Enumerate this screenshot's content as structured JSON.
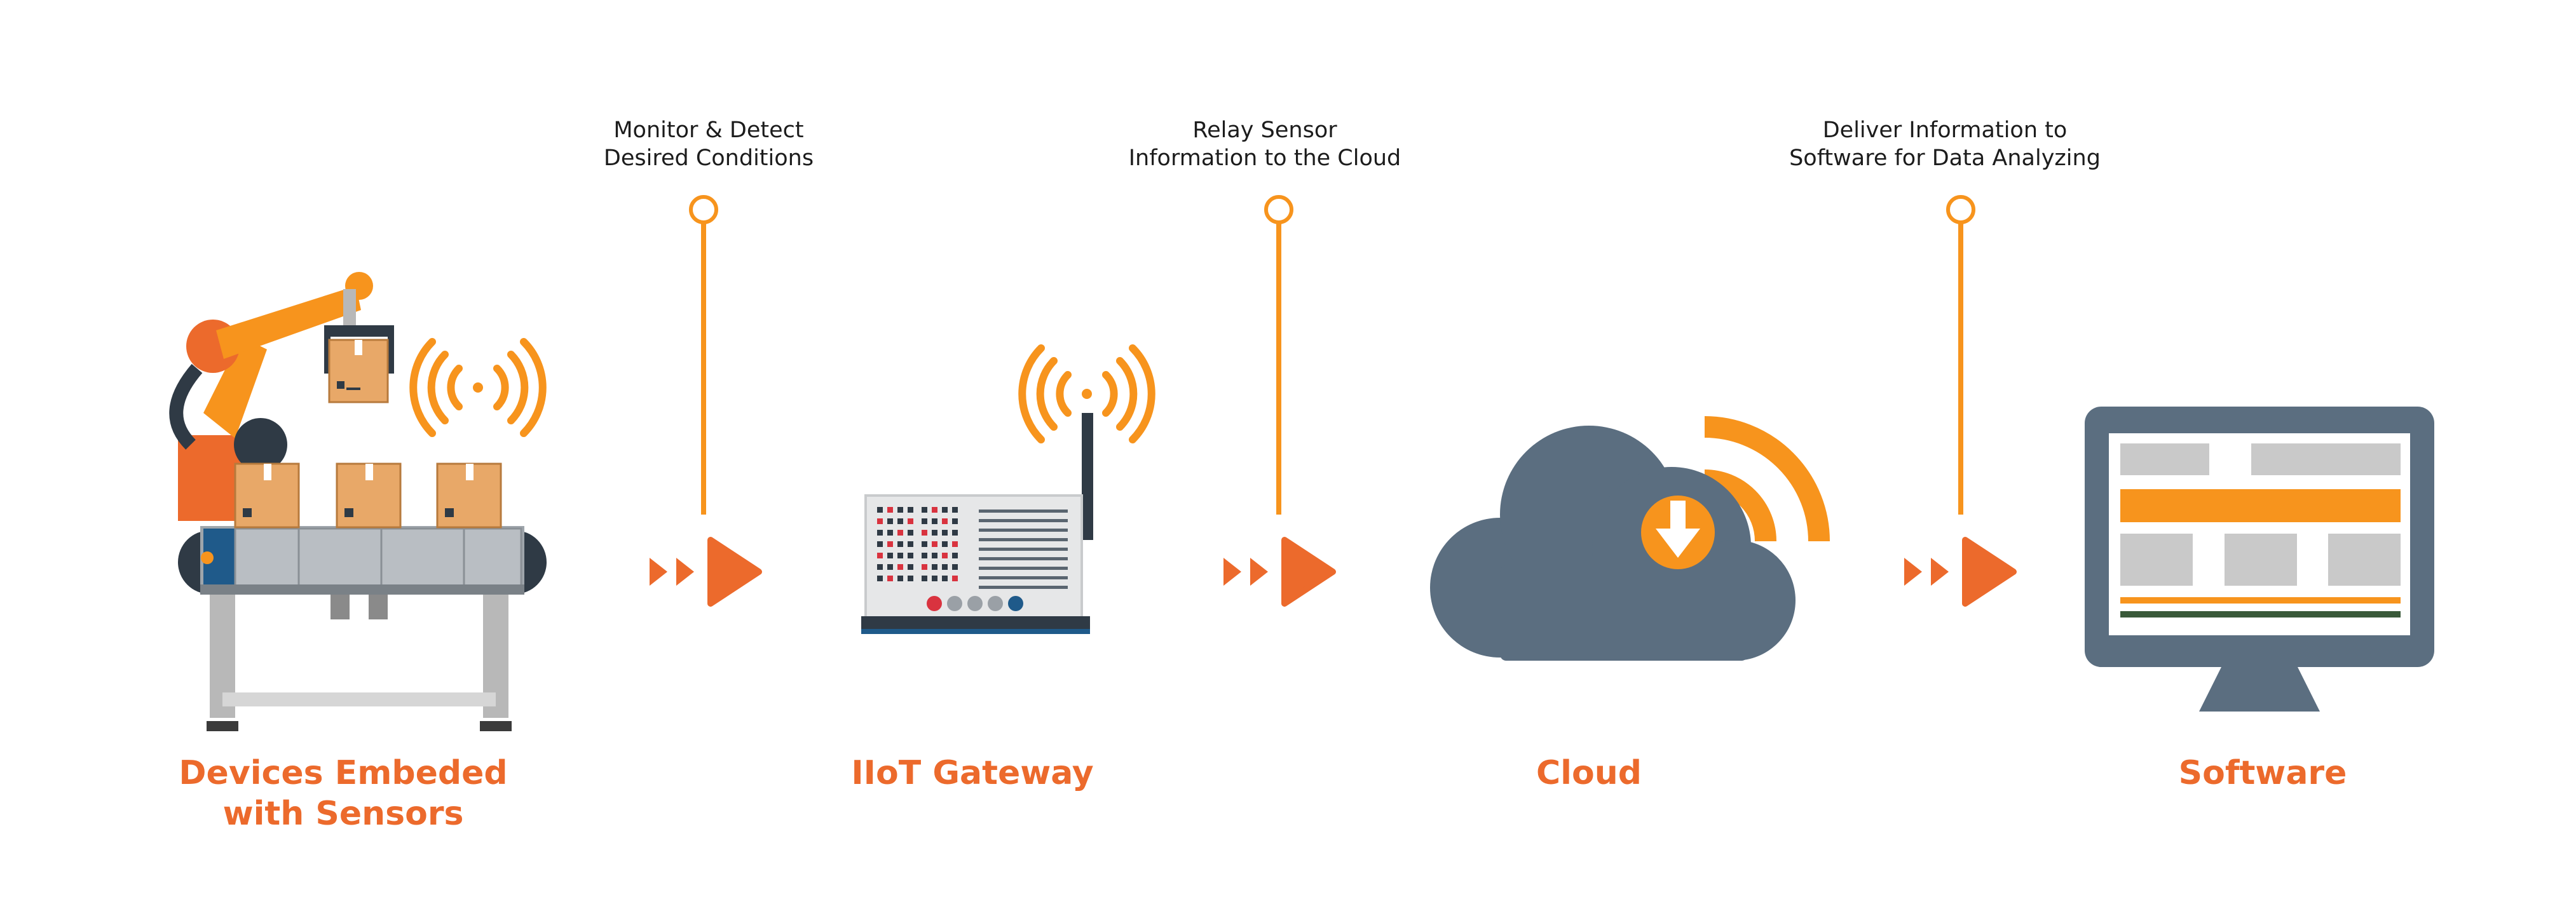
{
  "steps": [
    {
      "line1": "Monitor & Detect",
      "line2": "Desired Conditions"
    },
    {
      "line1": "Relay Sensor",
      "line2": "Information to the Cloud"
    },
    {
      "line1": "Deliver Information to",
      "line2": "Software for Data Analyzing"
    }
  ],
  "stages": [
    {
      "line1": "Devices Embeded",
      "line2": "with Sensors",
      "icon": "robot-arm-conveyor-icon"
    },
    {
      "line1": "IIoT Gateway",
      "icon": "gateway-router-icon"
    },
    {
      "line1": "Cloud",
      "icon": "cloud-download-icon"
    },
    {
      "line1": "Software",
      "icon": "monitor-dashboard-icon"
    }
  ],
  "colors": {
    "orange": "#f7941d",
    "accent": "#ec6a2c",
    "slate": "#5b6e80",
    "box": "#e8a868",
    "grey": "#c9c9c9"
  }
}
